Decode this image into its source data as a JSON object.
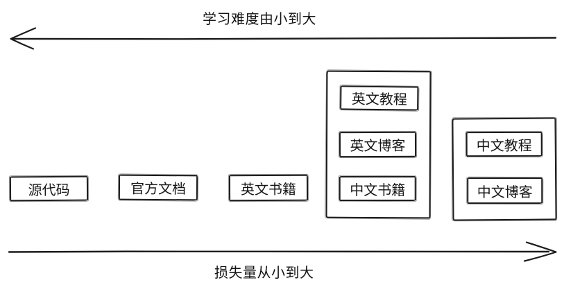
{
  "diagram": {
    "background": "#ffffff",
    "stroke_color": "#1c1c1c",
    "top_axis": {
      "label": "学习难度由小到大",
      "direction": "left"
    },
    "bottom_axis": {
      "label": "损失量从小到大",
      "direction": "right"
    },
    "items": [
      {
        "label": "源代码"
      },
      {
        "label": "官方文档"
      },
      {
        "label": "英文书籍"
      }
    ],
    "groups": [
      {
        "items": [
          {
            "label": "英文教程"
          },
          {
            "label": "英文博客"
          },
          {
            "label": "中文书籍"
          }
        ]
      },
      {
        "items": [
          {
            "label": "中文教程"
          },
          {
            "label": "中文博客"
          }
        ]
      }
    ]
  }
}
